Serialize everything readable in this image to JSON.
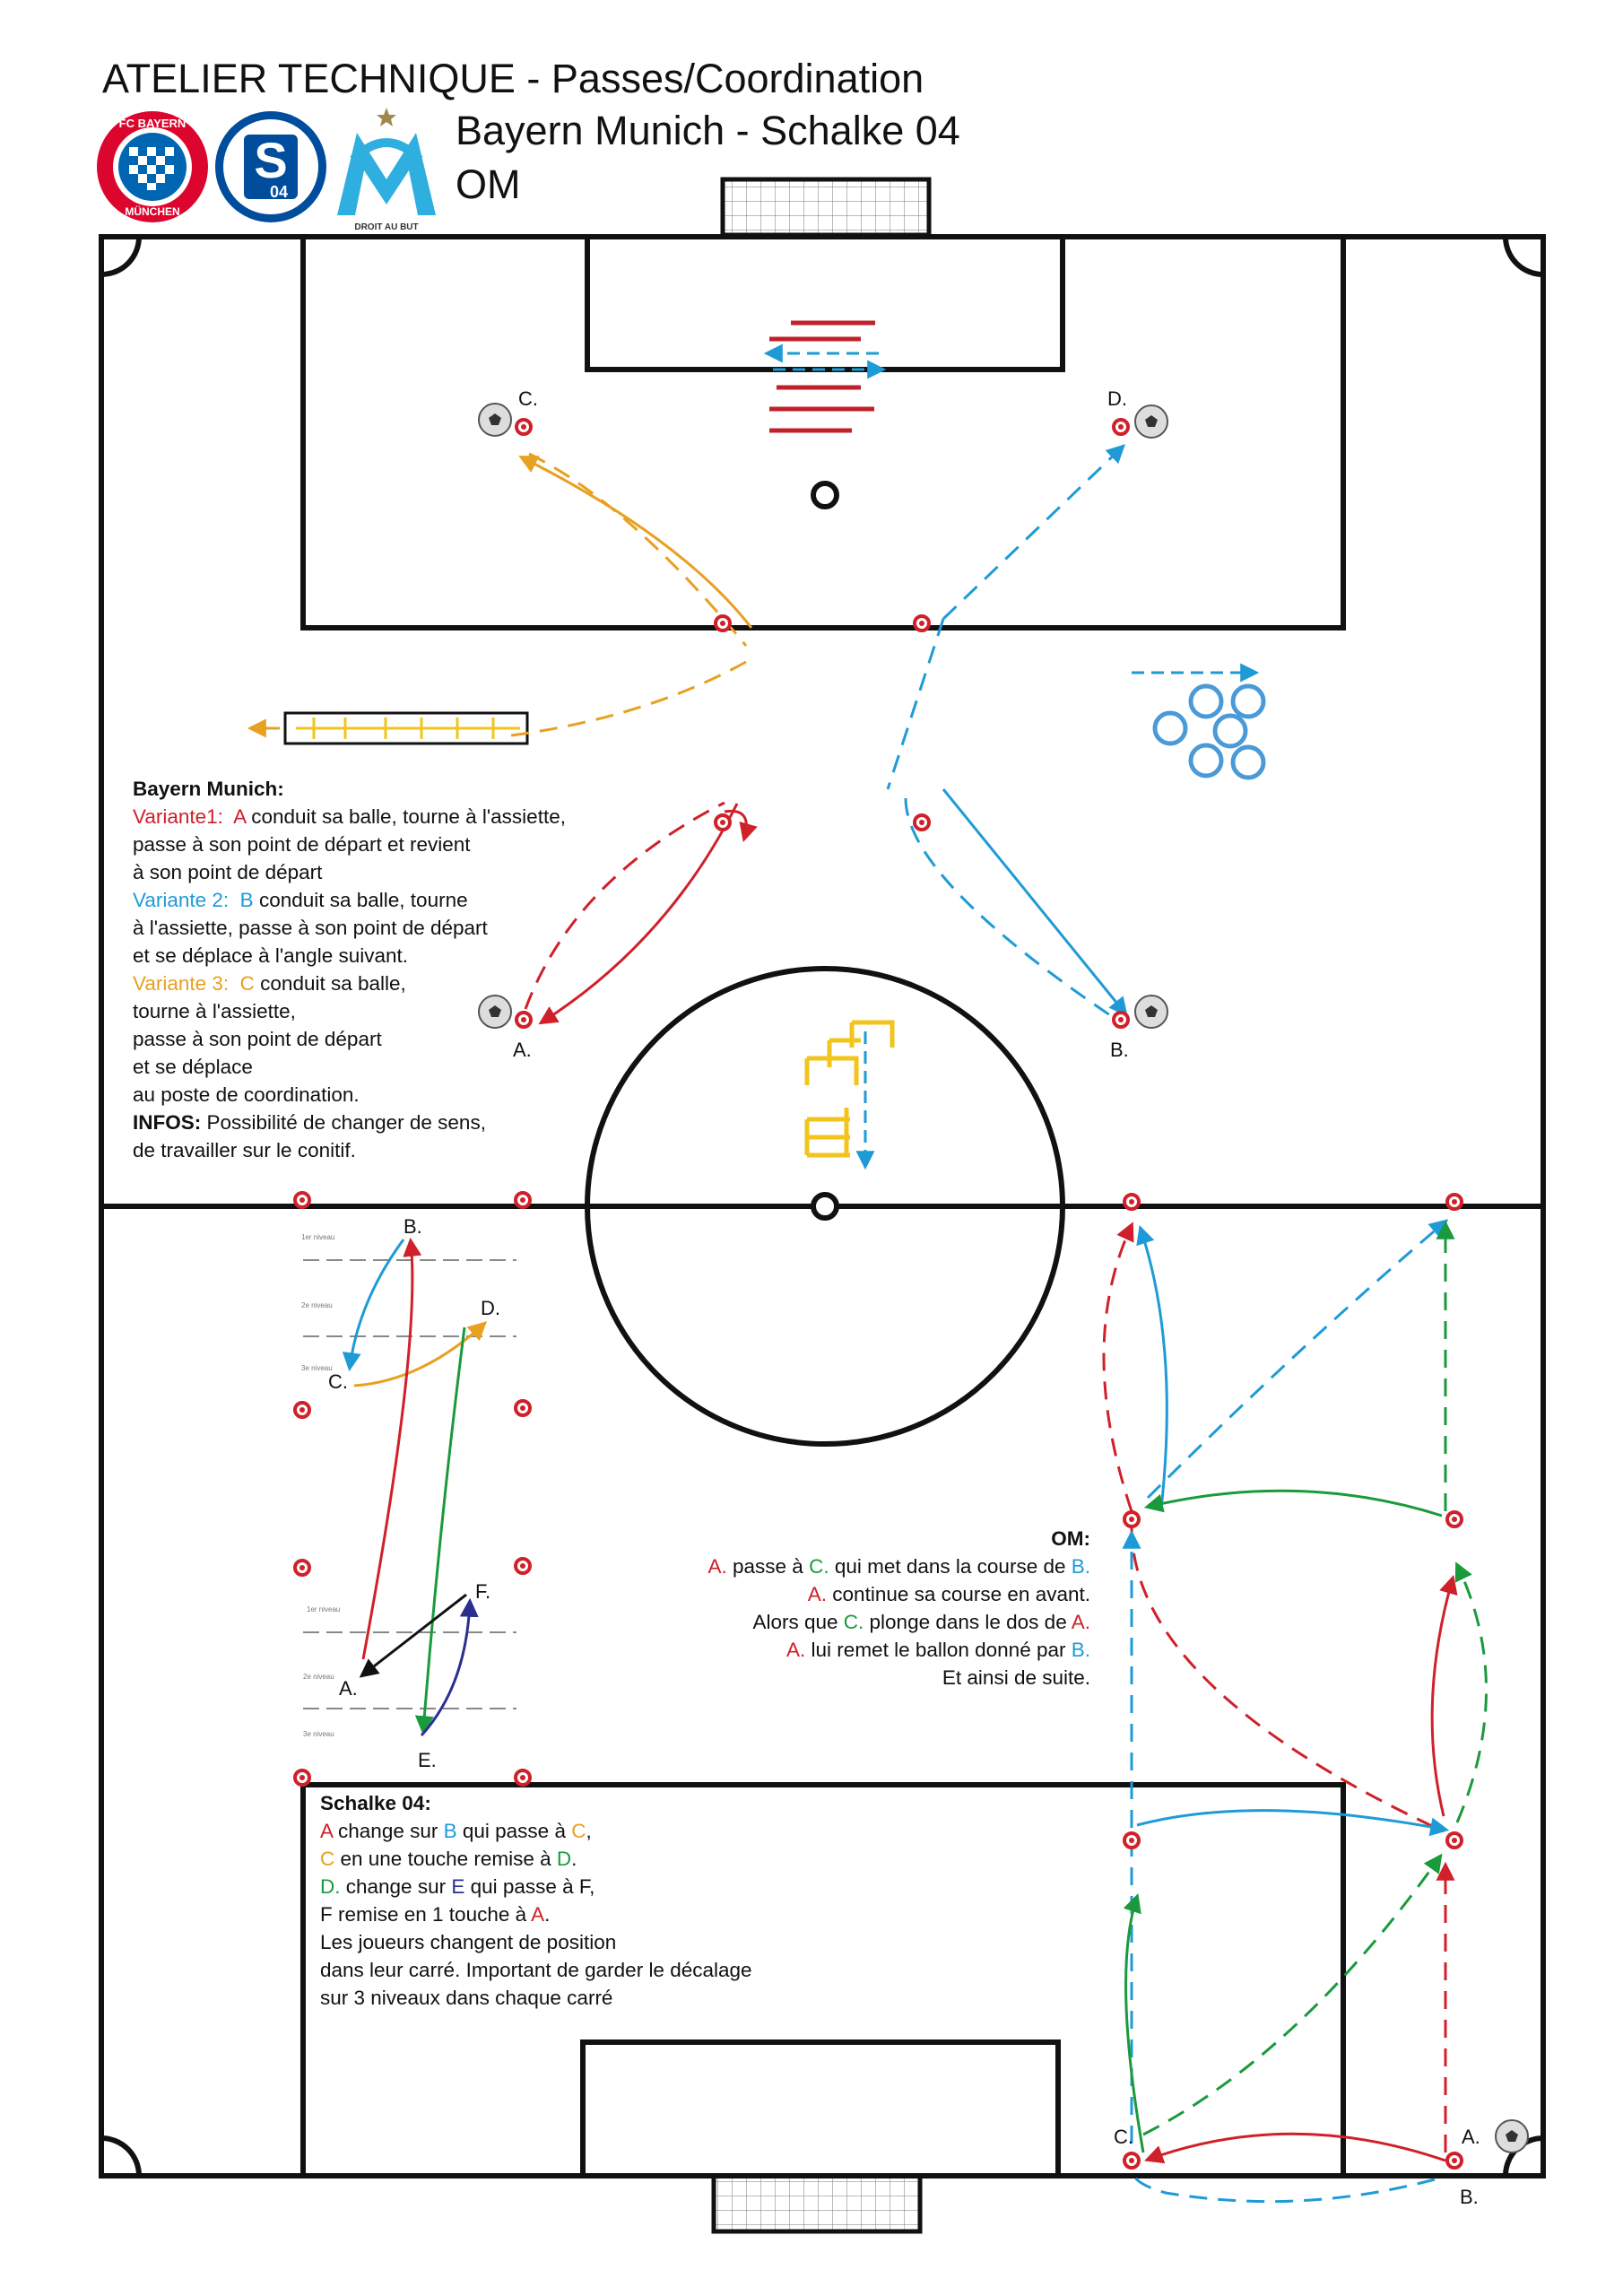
{
  "header": {
    "title": "ATELIER TECHNIQUE - Passes/Coordination",
    "teams_line": "Bayern Munich - Schalke 04",
    "om_line": "OM",
    "logos": {
      "bayern": {
        "text_top": "FC BAYERN",
        "text_bottom": "MÜNCHEN",
        "color": "#dc052d"
      },
      "schalke": {
        "text_top": "S",
        "text_bottom": "04",
        "color": "#004d9d"
      },
      "om": {
        "text": "DROIT AU BUT",
        "color": "#2faee0"
      }
    }
  },
  "colors": {
    "red": "#d0202a",
    "blue": "#1e9bd7",
    "orange": "#e8a020",
    "green": "#1a9a3c",
    "purple": "#2b3090",
    "yellow": "#f2c41c"
  },
  "diagram_labels": {
    "top_c": "C.",
    "top_d": "D.",
    "mid_a": "A.",
    "mid_b": "B.",
    "sch_b": "B.",
    "sch_c": "C.",
    "sch_d": "D.",
    "sch_a": "A.",
    "sch_e": "E.",
    "sch_f": "F.",
    "om_c": "C.",
    "om_a": "A.",
    "om_b": "B.",
    "level1": "1er niveau",
    "level2": "2e niveau",
    "level3": "3e niveau"
  },
  "bayern_text": {
    "title": "Bayern Munich:",
    "v1_label": "Variante1:",
    "v1_letter": "A",
    "v1_line1": " conduit sa balle, tourne à l'assiette,",
    "v1_line2": "passe à son point de départ et revient",
    "v1_line3": "à son point de départ",
    "v2_label": "Variante 2:",
    "v2_letter": "B",
    "v2_line1": " conduit sa balle, tourne",
    "v2_line2": "à l'assiette, passe à son point de départ",
    "v2_line3": "et se déplace à l'angle suivant.",
    "v3_label": "Variante 3:",
    "v3_letter": "C",
    "v3_line1": " conduit sa balle,",
    "v3_line2": "tourne à l'assiette,",
    "v3_line3": "passe à son point de départ",
    "v3_line4": "et se déplace",
    "v3_line5": "au poste de coordination.",
    "infos_label": "INFOS:",
    "infos_line1": " Possibilité de changer de sens,",
    "infos_line2": "de travailler sur le conitif."
  },
  "om_text": {
    "title": "OM:",
    "l1_a": "A.",
    "l1_mid": " passe à ",
    "l1_c": "C.",
    "l1_mid2": " qui met dans la course de ",
    "l1_b": "B.",
    "l2_b": "A.",
    "l2_rest": " continue sa course en avant.",
    "l3_pre": "Alors que ",
    "l3_c": "C.",
    "l3_mid": " plonge dans le dos de ",
    "l3_a": "A.",
    "l4_a": "A.",
    "l4_mid": " lui remet le ballon donné par ",
    "l4_b": "B.",
    "l5": "Et ainsi de suite."
  },
  "schalke_text": {
    "title": "Schalke 04:",
    "l1_a": "A",
    "l1_mid": " change sur ",
    "l1_b": "B",
    "l1_mid2": " qui passe à ",
    "l1_c": "C",
    "l1_end": ",",
    "l2_c": "C",
    "l2_mid": " en une touche remise à ",
    "l2_d": "D",
    "l2_end": ".",
    "l3_d": "D.",
    "l3_mid": " change sur ",
    "l3_e": "E",
    "l3_end": " qui passe à F,",
    "l4": "F remise en 1 touche à ",
    "l4_a": "A",
    "l4_end": ".",
    "l5": "Les joueurs changent de position",
    "l6": "dans leur carré. Important de garder le décalage",
    "l7": "sur 3 niveaux dans chaque carré"
  }
}
